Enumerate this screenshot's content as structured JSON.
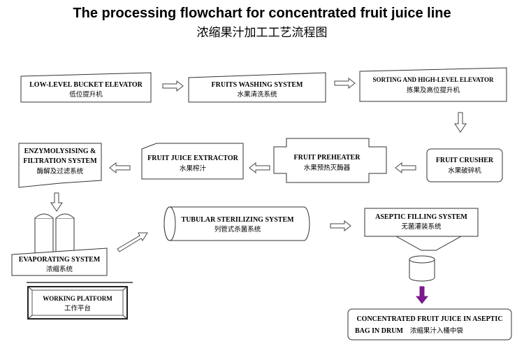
{
  "title": {
    "en": "The processing flowchart for concentrated fruit juice line",
    "cn": "浓缩果汁加工工艺流程图"
  },
  "nodes": {
    "bucket_elevator": {
      "en": "LOW-LEVEL BUCKET ELEVATOR",
      "cn": "低位提升机"
    },
    "washing": {
      "en": "FRUITS WASHING SYSTEM",
      "cn": "水果清洗系统"
    },
    "sorting": {
      "en": "SORTING AND HIGH-LEVEL ELEVATOR",
      "cn": "拣果及高位提升机"
    },
    "crusher": {
      "en": "FRUIT CRUSHER",
      "cn": "水果破碎机"
    },
    "preheater": {
      "en": "FRUIT PREHEATER",
      "cn": "水果预热灭酶器"
    },
    "extractor": {
      "en": "FRUIT JUICE EXTRACTOR",
      "cn": "水果榨汁"
    },
    "enzymolysis": {
      "en_line1": "ENZYMOLYSISING  &",
      "en_line2": "FILTRATION SYSTEM",
      "cn": "酶解及过滤系统"
    },
    "evaporating": {
      "en": "EVAPORATING SYSTEM",
      "cn": "浓缩系统"
    },
    "platform": {
      "en": "WORKING PLATFORM",
      "cn": "工作平台"
    },
    "sterilizing": {
      "en": "TUBULAR STERILIZING SYSTEM",
      "cn": "列管式杀菌系统"
    },
    "aseptic_filling": {
      "en": "ASEPTIC FILLING SYSTEM",
      "cn": "无菌灌装系统"
    },
    "final_product": {
      "en_line1": "CONCENTRATED FRUIT JUICE IN ASEPTIC",
      "en_line2": "BAG IN DRUM",
      "cn": "浓缩果汁入桶中袋"
    }
  },
  "colors": {
    "final_arrow": "#7a1a8c"
  }
}
